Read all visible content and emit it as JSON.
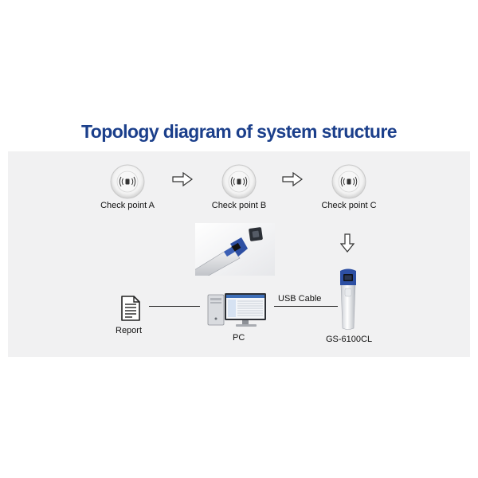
{
  "title": "Topology diagram of system structure",
  "nodes": {
    "checkpoint_a": "Check point A",
    "checkpoint_b": "Check point B",
    "checkpoint_c": "Check point C",
    "reader": "GS-6100CL",
    "pc": "PC",
    "report": "Report"
  },
  "edges": {
    "usb_label": "USB Cable"
  },
  "colors": {
    "title": "#1b3f8b",
    "panel": "#f1f1f2",
    "reader_accent": "#2d4fa3"
  },
  "icons": {
    "checkpoint": "rfid-tag-icon",
    "arrow_right": "hollow-arrow-right-icon",
    "arrow_down": "hollow-arrow-down-icon",
    "report": "document-icon",
    "pc": "desktop-computer-icon",
    "reader": "handheld-reader-icon"
  }
}
